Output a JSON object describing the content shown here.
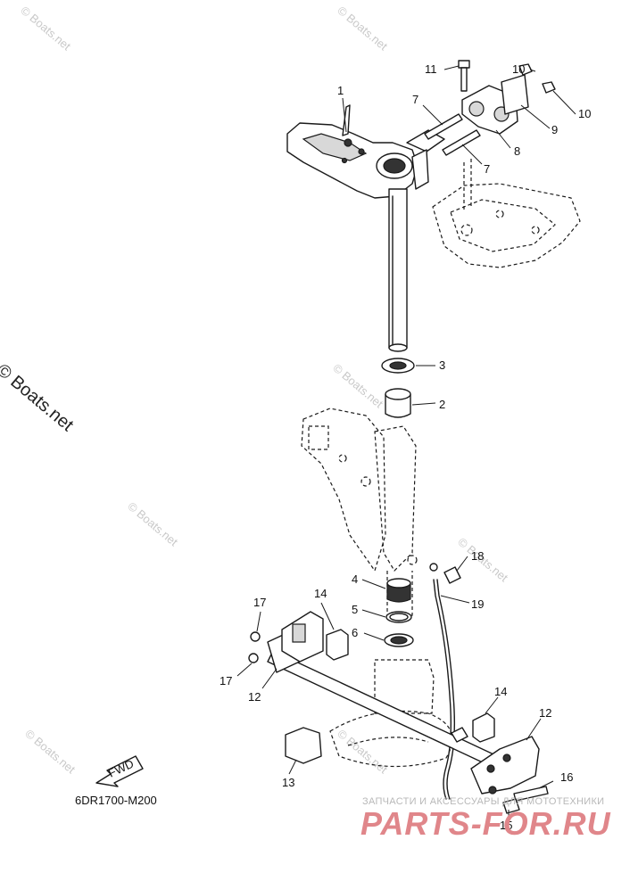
{
  "watermarks": [
    "© Boats.net",
    "© Boats.net",
    "© Boats.net",
    "© Boats.net",
    "© Boats.net",
    "© Boats.net",
    "© Boats.net"
  ],
  "copyright": "© Boats.net",
  "diagram_code": "6DR1700-M200",
  "fwd_label": "FWD",
  "brand": {
    "tagline": "ЗАПЧАСТИ И АКСЕССУАРЫ ДЛЯ МОТОТЕХНИКИ",
    "logo": "PARTS-FOR.RU"
  },
  "callouts": {
    "c1": "1",
    "c2": "2",
    "c3": "3",
    "c4": "4",
    "c5": "5",
    "c6": "6",
    "c7a": "7",
    "c7b": "7",
    "c8": "8",
    "c9": "9",
    "c10a": "10",
    "c10b": "10",
    "c11": "11",
    "c12a": "12",
    "c12b": "12",
    "c13": "13",
    "c14a": "14",
    "c14b": "14",
    "c15": "15",
    "c16": "16",
    "c17a": "17",
    "c17b": "17",
    "c18": "18",
    "c19": "19"
  },
  "colors": {
    "line": "#1a1a1a",
    "watermark": "#c9c9c9",
    "logo": "#e0868a"
  }
}
